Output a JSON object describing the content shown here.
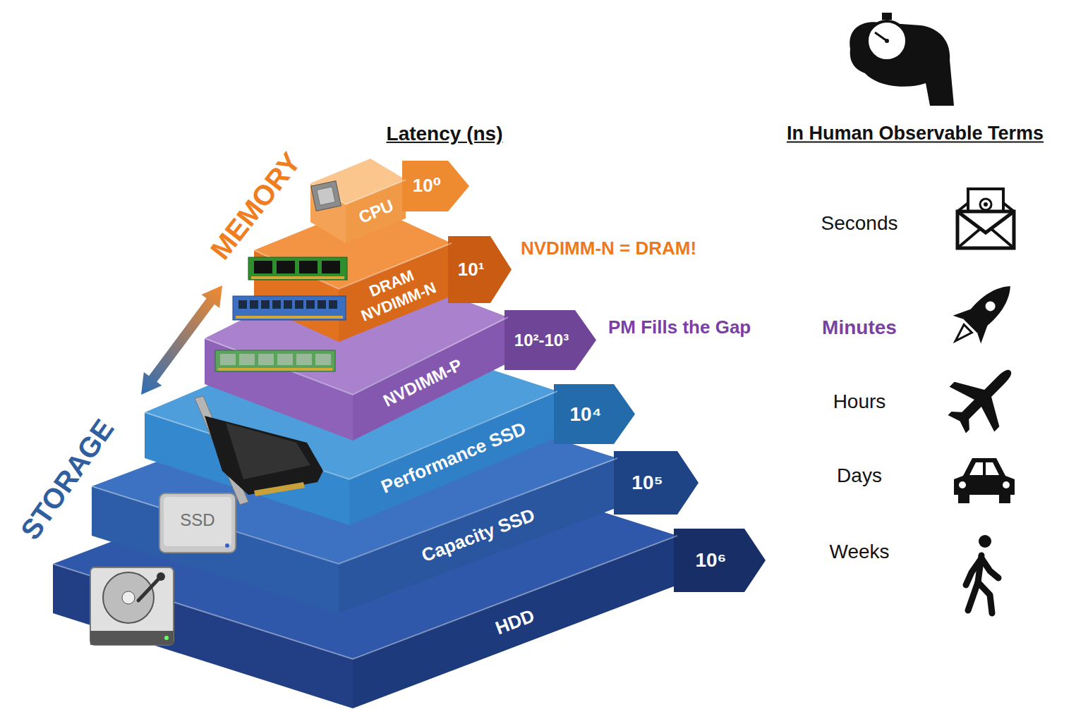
{
  "diagram": {
    "nodes": [
      {
        "text": [
          "CPU",
          "10⁰"
        ]
      },
      {
        "text": [
          "DRAM",
          "NVDIMM-N",
          "10¹"
        ]
      },
      {
        "text": [
          "NVDIMM-P",
          "10²-10³"
        ]
      },
      {
        "text": [
          "Performance SSD",
          "10⁴"
        ]
      },
      {
        "text": [
          "Capacity SSD",
          "10⁵"
        ]
      },
      {
        "text": [
          "HDD",
          "10⁶"
        ]
      }
    ],
    "labels": [
      "Latency (ns)",
      "In Human Observable Terms",
      "MEMORY",
      "STORAGE",
      "NVDIMM-N = DRAM!",
      "PM Fills the Gap",
      "SSD",
      "Seconds",
      "Minutes",
      "Hours",
      "Days",
      "Weeks"
    ]
  }
}
